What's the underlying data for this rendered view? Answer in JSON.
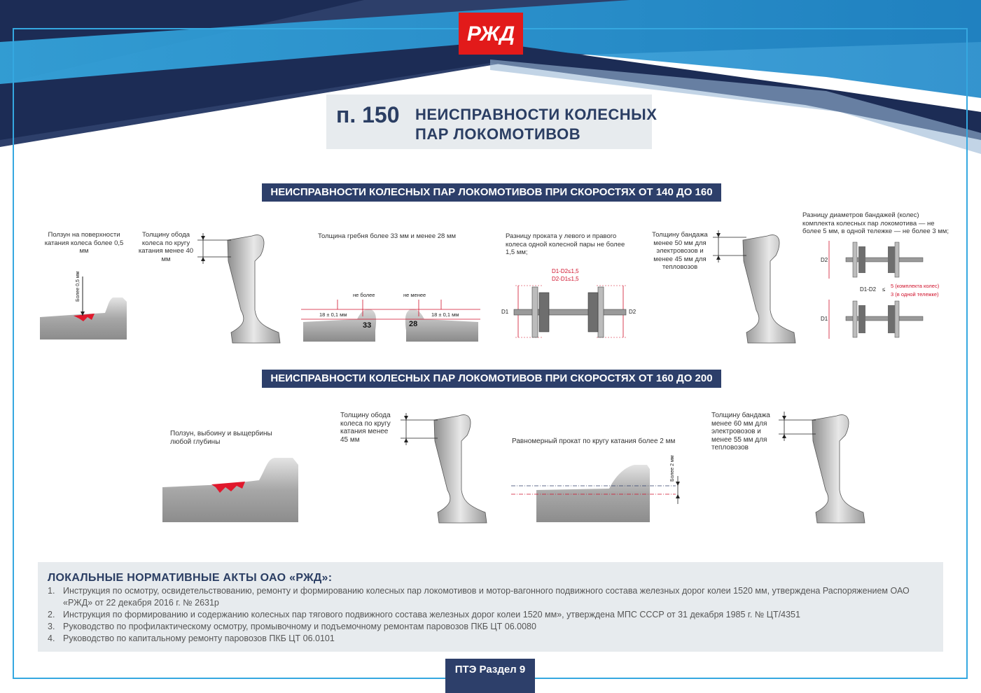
{
  "header": {
    "logo_alt": "РЖД",
    "title_number": "п. 150",
    "title_line1": "НЕИСПРАВНОСТИ КОЛЕСНЫХ",
    "title_line2": "ПАР ЛОКОМОТИВОВ",
    "colors": {
      "navy": "#2d3f6a",
      "blue": "#35a8e0",
      "red": "#e21a1a"
    }
  },
  "section1": {
    "banner": "НЕИСПРАВНОСТИ КОЛЕСНЫХ ПАР ЛОКОМОТИВОВ ПРИ СКОРОСТЯХ ОТ 140 ДО 160",
    "item1_caption": "Ползун на поверхности катания колеса более 0,5 мм",
    "item1_dim": "Более 0,5 мм",
    "item2_caption": "Толщину обода колеса по кругу катания менее 40 мм",
    "item3_caption": "Толщина гребня более 33 мм и менее 28 мм",
    "item3_left_label": "не более",
    "item3_right_label": "не менее",
    "item3_offset_left": "18 ± 0,1 мм",
    "item3_offset_right": "18 ± 0,1 мм",
    "item3_value_left": "33",
    "item3_value_right": "28",
    "item4_caption": "Разницу проката у левого и правого колеса одной колесной пары не более 1,5 мм;",
    "item4_formula1": "D1-D2≤1,5",
    "item4_formula2": "D2-D1≤1,5",
    "item4_d1": "D1",
    "item4_d2": "D2",
    "item5_caption": "Толщину бандажа менее 50 мм для электровозов и менее 45 мм для тепловозов",
    "item6_caption": "Разницу диаметров бандажей (колес) комплекта колесных пар локомотива — не более 5 мм, в одной тележке — не более 3 мм;",
    "item6_d1": "D1",
    "item6_d2": "D2",
    "item6_formula": "D1-D2",
    "item6_le": "≤",
    "item6_note1": "5 (комплекта колес)",
    "item6_note2": "3 (в одной тележке)"
  },
  "section2": {
    "banner": "НЕИСПРАВНОСТИ КОЛЕСНЫХ ПАР ЛОКОМОТИВОВ ПРИ СКОРОСТЯХ ОТ 160 ДО 200",
    "item1_caption": "Ползун, выбоину и выщербины любой глубины",
    "item2_caption": "Толщину обода колеса по кругу катания менее 45 мм",
    "item3_caption": "Равномерный прокат по кругу катания более 2 мм",
    "item3_dim": "Более 2 мм",
    "item4_caption": "Толщину бандажа менее 60 мм для электровозов и менее 55 мм для тепловозов"
  },
  "norms": {
    "title": "ЛОКАЛЬНЫЕ НОРМАТИВНЫЕ АКТЫ ОАО «РЖД»:",
    "items": [
      {
        "num": "1.",
        "text": "Инструкция по осмотру, освидетельствованию, ремонту и  формированию колесных пар локомотивов и мотор-вагонного подвижного состава железных дорог колеи 1520 мм, утверждена Распоряжением ОАО «РЖД» от 22 декабря 2016 г. № 2631р"
      },
      {
        "num": "2.",
        "text": "Инструкция по формированию и содержанию колесных пар тягового подвижного состава железных дорог колеи 1520 мм», утверждена МПС СССР от  31 декабря 1985 г. № ЦТ/4351"
      },
      {
        "num": "3.",
        "text": "Руководство по профилактическому осмотру, промывочному и  подъемочному ремонтам паровозов ПКБ ЦТ 06.0080"
      },
      {
        "num": "4.",
        "text": "Руководство по капитальному ремонту паровозов ПКБ ЦТ 06.0101"
      }
    ]
  },
  "footer": {
    "label": "ПТЭ Раздел 9"
  }
}
